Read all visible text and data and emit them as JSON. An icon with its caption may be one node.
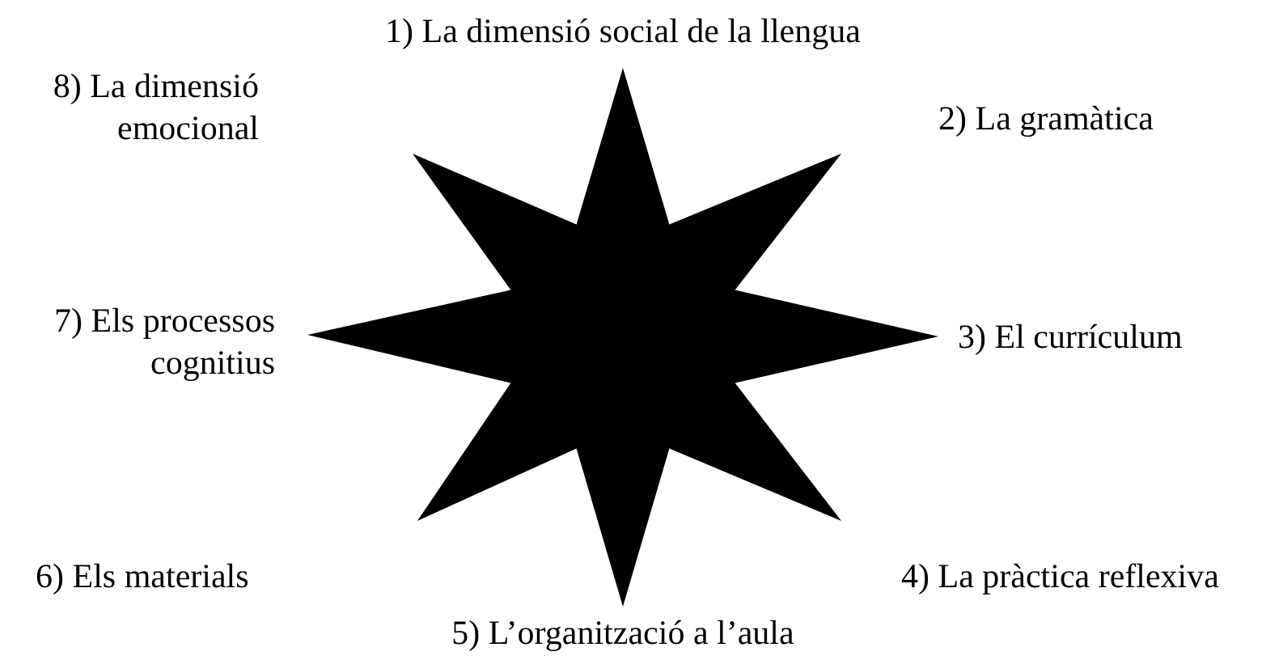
{
  "diagram": {
    "labels": [
      "1) La dimensió social de la llengua",
      "8) La dimensió emocional",
      "2) La gramàtica",
      "7) Els processos cognitius",
      "3) El currículum",
      "6) Els materials",
      "4) La pràctica reflexiva",
      "5) L’organització a l’aula"
    ]
  }
}
